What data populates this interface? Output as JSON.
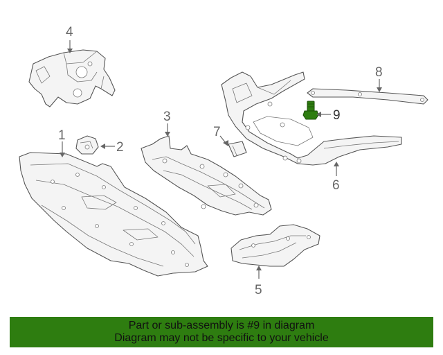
{
  "callouts": [
    "1",
    "2",
    "3",
    "4",
    "5",
    "6",
    "7",
    "8",
    "9"
  ],
  "highlighted_part": "9",
  "highlight_color": "#2e7d10",
  "banner": {
    "line1": "Part or sub-assembly is #9 in diagram",
    "line2": "Diagram may not be specific to your vehicle",
    "background": "#2e7d10"
  }
}
